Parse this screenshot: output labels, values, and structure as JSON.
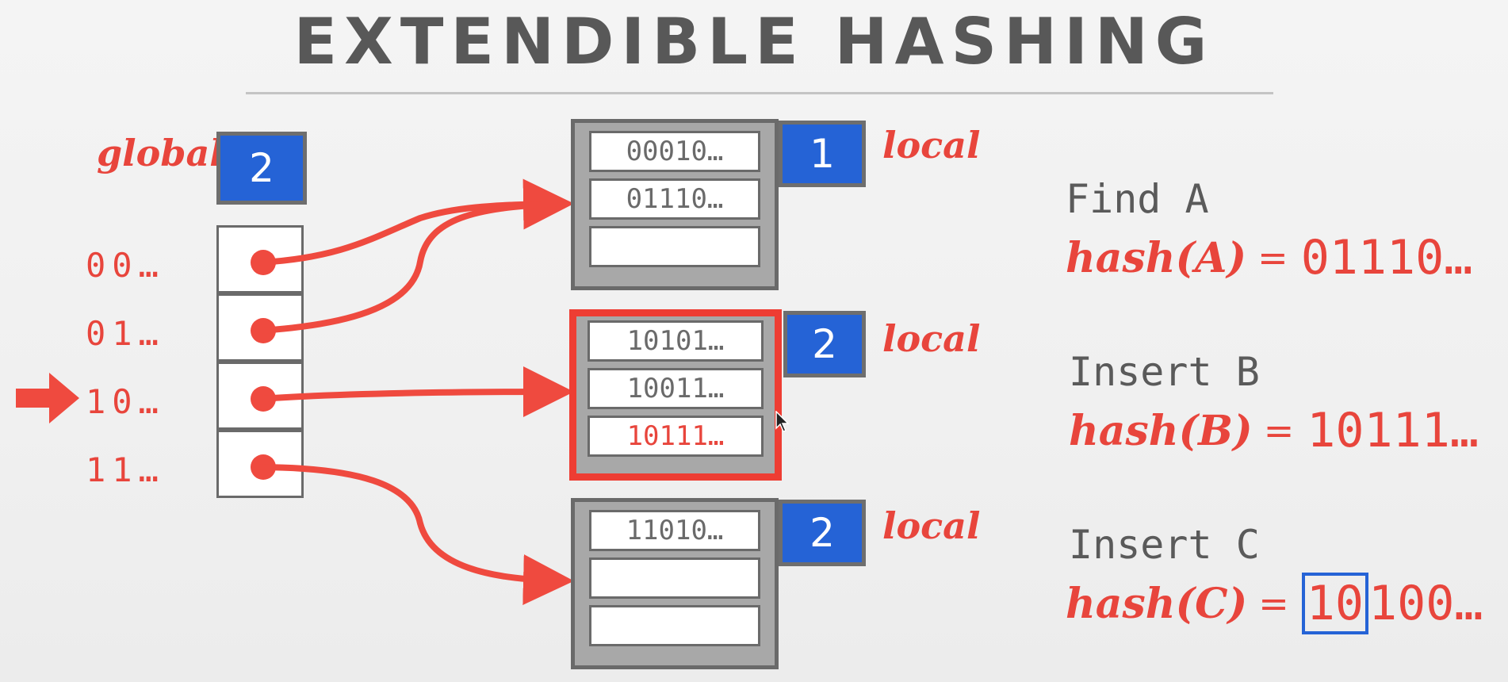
{
  "title": "EXTENDIBLE HASHING",
  "global": {
    "label": "global",
    "depth": "2"
  },
  "directory": [
    {
      "prefix": "00…"
    },
    {
      "prefix": "01…"
    },
    {
      "prefix": "10…"
    },
    {
      "prefix": "11…"
    }
  ],
  "buckets": [
    {
      "local_label": "local",
      "depth": "1",
      "slots": [
        "00010…",
        "01110…",
        ""
      ]
    },
    {
      "local_label": "local",
      "depth": "2",
      "slots": [
        "10101…",
        "10011…",
        "10111…"
      ]
    },
    {
      "local_label": "local",
      "depth": "2",
      "slots": [
        "11010…",
        "",
        ""
      ]
    }
  ],
  "operations": [
    {
      "label": "Find A",
      "fn": "hash(A)",
      "eq": "=",
      "value": "01110…"
    },
    {
      "label": "Insert B",
      "fn": "hash(B)",
      "eq": "=",
      "value": "10111…"
    },
    {
      "label": "Insert C",
      "fn": "hash(C)",
      "eq": "=",
      "value_highlight": "10",
      "value_rest": "100…"
    }
  ],
  "colors": {
    "accent_red": "#e8453c",
    "depth_blue": "#2563d6",
    "bucket_gray": "#a8a8a8"
  }
}
